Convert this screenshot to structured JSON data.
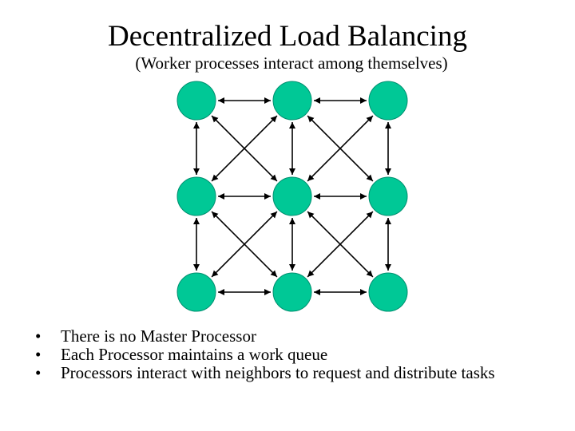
{
  "slide": {
    "title": "Decentralized Load Balancing",
    "subtitle": "(Worker processes interact among themselves)"
  },
  "diagram": {
    "node_color": "#00C896",
    "edge_color": "#000000",
    "grid": {
      "rows": 3,
      "cols": 3
    },
    "edges": [
      {
        "from": [
          0,
          0
        ],
        "to": [
          0,
          1
        ],
        "type": "horizontal"
      },
      {
        "from": [
          0,
          1
        ],
        "to": [
          0,
          2
        ],
        "type": "horizontal"
      },
      {
        "from": [
          1,
          0
        ],
        "to": [
          1,
          1
        ],
        "type": "horizontal"
      },
      {
        "from": [
          1,
          1
        ],
        "to": [
          1,
          2
        ],
        "type": "horizontal"
      },
      {
        "from": [
          2,
          0
        ],
        "to": [
          2,
          1
        ],
        "type": "horizontal"
      },
      {
        "from": [
          2,
          1
        ],
        "to": [
          2,
          2
        ],
        "type": "horizontal"
      },
      {
        "from": [
          0,
          0
        ],
        "to": [
          1,
          0
        ],
        "type": "vertical"
      },
      {
        "from": [
          1,
          0
        ],
        "to": [
          2,
          0
        ],
        "type": "vertical"
      },
      {
        "from": [
          0,
          1
        ],
        "to": [
          1,
          1
        ],
        "type": "vertical"
      },
      {
        "from": [
          1,
          1
        ],
        "to": [
          2,
          1
        ],
        "type": "vertical"
      },
      {
        "from": [
          0,
          2
        ],
        "to": [
          1,
          2
        ],
        "type": "vertical"
      },
      {
        "from": [
          1,
          2
        ],
        "to": [
          2,
          2
        ],
        "type": "vertical"
      },
      {
        "from": [
          0,
          0
        ],
        "to": [
          1,
          1
        ],
        "type": "diagonal"
      },
      {
        "from": [
          0,
          1
        ],
        "to": [
          1,
          0
        ],
        "type": "diagonal"
      },
      {
        "from": [
          0,
          1
        ],
        "to": [
          1,
          2
        ],
        "type": "diagonal"
      },
      {
        "from": [
          0,
          2
        ],
        "to": [
          1,
          1
        ],
        "type": "diagonal"
      },
      {
        "from": [
          1,
          0
        ],
        "to": [
          2,
          1
        ],
        "type": "diagonal"
      },
      {
        "from": [
          1,
          1
        ],
        "to": [
          2,
          0
        ],
        "type": "diagonal"
      },
      {
        "from": [
          1,
          1
        ],
        "to": [
          2,
          2
        ],
        "type": "diagonal"
      },
      {
        "from": [
          1,
          2
        ],
        "to": [
          2,
          1
        ],
        "type": "diagonal"
      }
    ]
  },
  "bullets": [
    "There is no Master Processor",
    "Each Processor maintains a work queue",
    "Processors interact with neighbors to request and distribute tasks"
  ]
}
